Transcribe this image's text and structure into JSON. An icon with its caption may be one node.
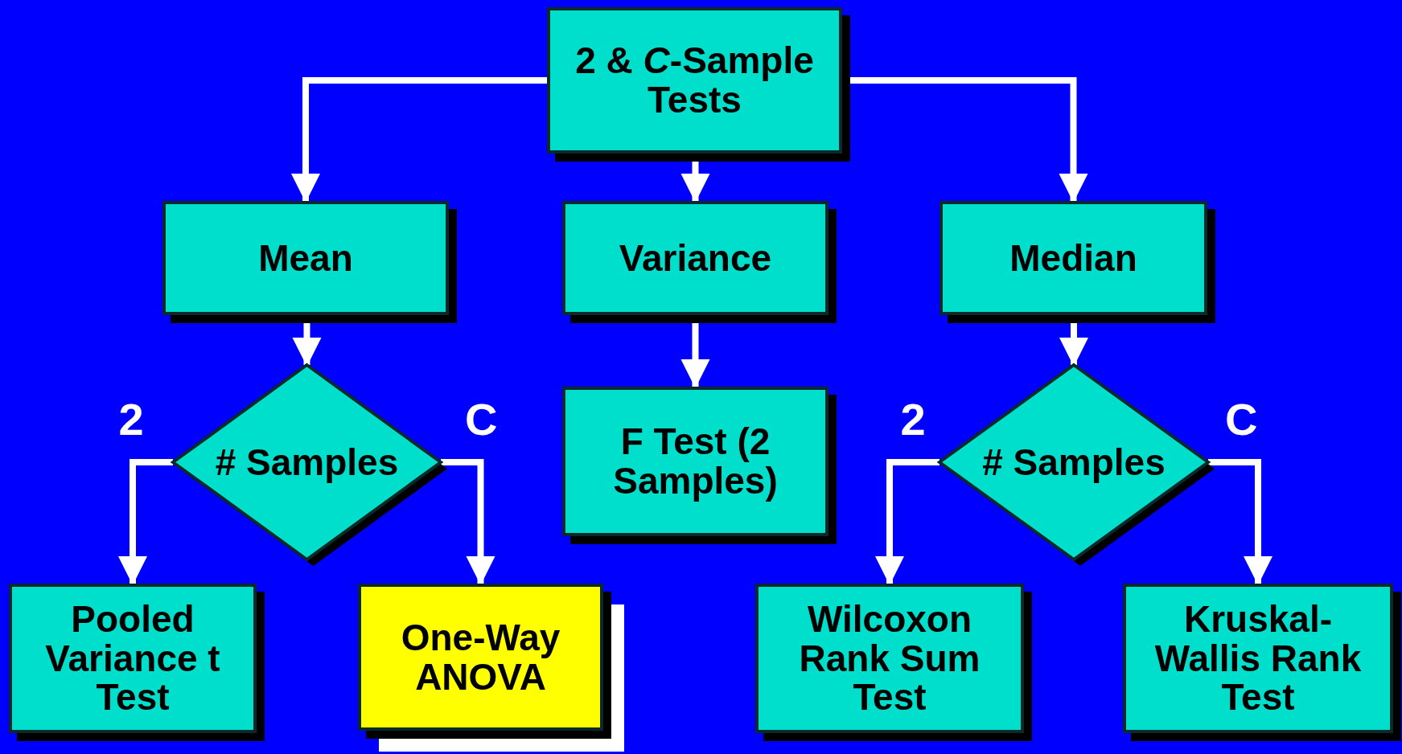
{
  "diagram": {
    "nodes": [
      {
        "text": [
          "2 & *C*-Sample Tests"
        ]
      },
      {
        "text": [
          "Mean"
        ]
      },
      {
        "text": [
          "Variance"
        ]
      },
      {
        "text": [
          "Median"
        ]
      },
      {
        "text": [
          "# Samples"
        ]
      },
      {
        "text": [
          "F Test (2 Samples)"
        ]
      },
      {
        "text": [
          "# Samples"
        ]
      },
      {
        "text": [
          "Pooled Variance t Test"
        ]
      },
      {
        "text": [
          "One-Way ANOVA"
        ]
      },
      {
        "text": [
          "Wilcoxon Rank Sum Test"
        ]
      },
      {
        "text": [
          "Kruskal-Wallis Rank Test"
        ]
      }
    ],
    "edges": [
      {
        "from": 0,
        "to": 1,
        "arrow": "to"
      },
      {
        "from": 0,
        "to": 2,
        "arrow": "to"
      },
      {
        "from": 0,
        "to": 3,
        "arrow": "to"
      },
      {
        "from": 1,
        "to": 4,
        "arrow": "to"
      },
      {
        "from": 2,
        "to": 5,
        "arrow": "to"
      },
      {
        "from": 3,
        "to": 6,
        "arrow": "to"
      },
      {
        "from": 4,
        "to": 7,
        "label": "2",
        "arrow": "to"
      },
      {
        "from": 4,
        "to": 8,
        "label": "C",
        "arrow": "to"
      },
      {
        "from": 6,
        "to": 9,
        "label": "2",
        "arrow": "to"
      },
      {
        "from": 6,
        "to": 10,
        "label": "C",
        "arrow": "to"
      }
    ]
  }
}
